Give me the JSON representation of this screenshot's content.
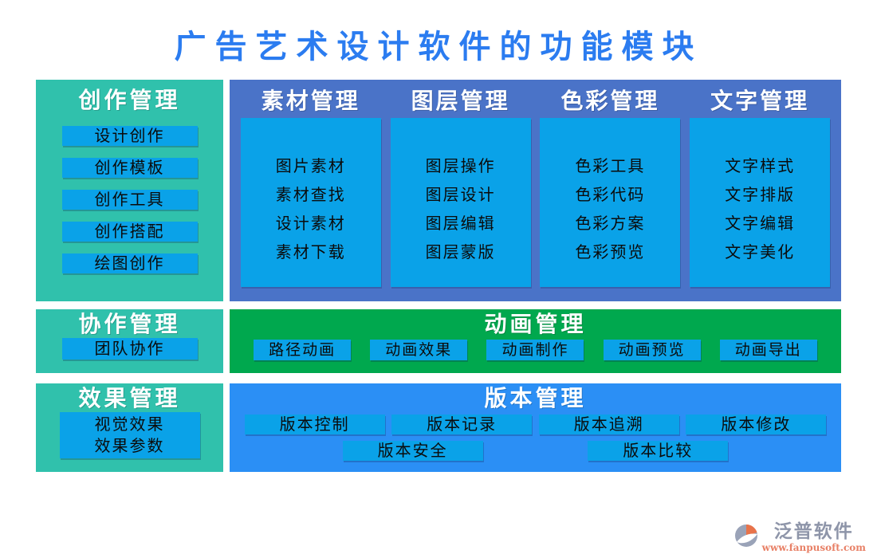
{
  "title": "广告艺术设计软件的功能模块",
  "colors": {
    "title_blue": "#2b7cf0",
    "teal_block": "#30c1ac",
    "royal_blue_block": "#4a73c8",
    "azure_button": "#0aa2e8",
    "green_block": "#00a84e",
    "bright_blue_block": "#2b8ff5",
    "header_text": "#ffffff",
    "item_text": "#0b0b0b",
    "brand_gray": "#8e95a9",
    "brand_orange": "#e8734a"
  },
  "sections": {
    "creation": {
      "title": "创作管理",
      "items": [
        "设计创作",
        "创作模板",
        "创作工具",
        "创作搭配",
        "绘图创作"
      ]
    },
    "main_columns": [
      {
        "title": "素材管理",
        "items": [
          "图片素材",
          "素材查找",
          "设计素材",
          "素材下载"
        ]
      },
      {
        "title": "图层管理",
        "items": [
          "图层操作",
          "图层设计",
          "图层编辑",
          "图层蒙版"
        ]
      },
      {
        "title": "色彩管理",
        "items": [
          "色彩工具",
          "色彩代码",
          "色彩方案",
          "色彩预览"
        ]
      },
      {
        "title": "文字管理",
        "items": [
          "文字样式",
          "文字排版",
          "文字编辑",
          "文字美化"
        ]
      }
    ],
    "collaboration": {
      "title": "协作管理",
      "items": [
        "团队协作"
      ]
    },
    "animation": {
      "title": "动画管理",
      "items": [
        "路径动画",
        "动画效果",
        "动画制作",
        "动画预览",
        "动画导出"
      ]
    },
    "effects": {
      "title": "效果管理",
      "items": [
        "视觉效果",
        "效果参数"
      ]
    },
    "version": {
      "title": "版本管理",
      "items": [
        "版本控制",
        "版本记录",
        "版本追溯",
        "版本修改",
        "版本安全",
        "版本比较"
      ]
    }
  },
  "footer": {
    "brand": "泛普软件",
    "website": "www.fanpusoft.com"
  }
}
